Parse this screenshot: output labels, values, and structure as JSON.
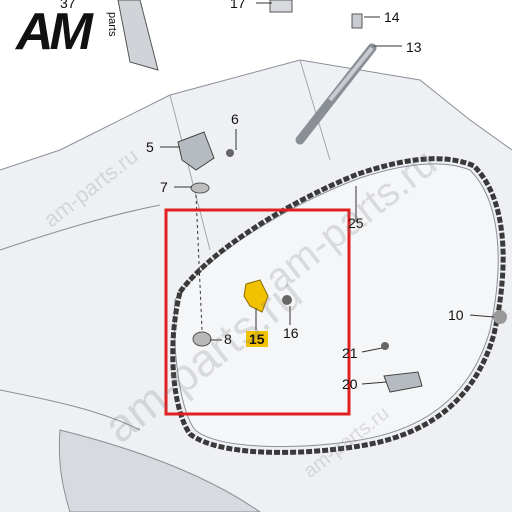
{
  "logo": {
    "brand": "AM",
    "sub": "parts"
  },
  "watermarks": [
    "am-parts.ru",
    "am-parts.ru",
    "am-parts.ru",
    "am-parts.ru"
  ],
  "callouts": {
    "c37": "37",
    "c17": "17",
    "c14": "14",
    "c13": "13",
    "c6": "6",
    "c5": "5",
    "c7": "7",
    "c25": "25",
    "c10": "10",
    "c8": "8",
    "c15": "15",
    "c16": "16",
    "c21": "21",
    "c20": "20"
  },
  "colors": {
    "highlight_frame": "#e02020",
    "highlight_part": "#f2c200",
    "outline": "#8a8f96",
    "seal": "#3a3a3a"
  }
}
